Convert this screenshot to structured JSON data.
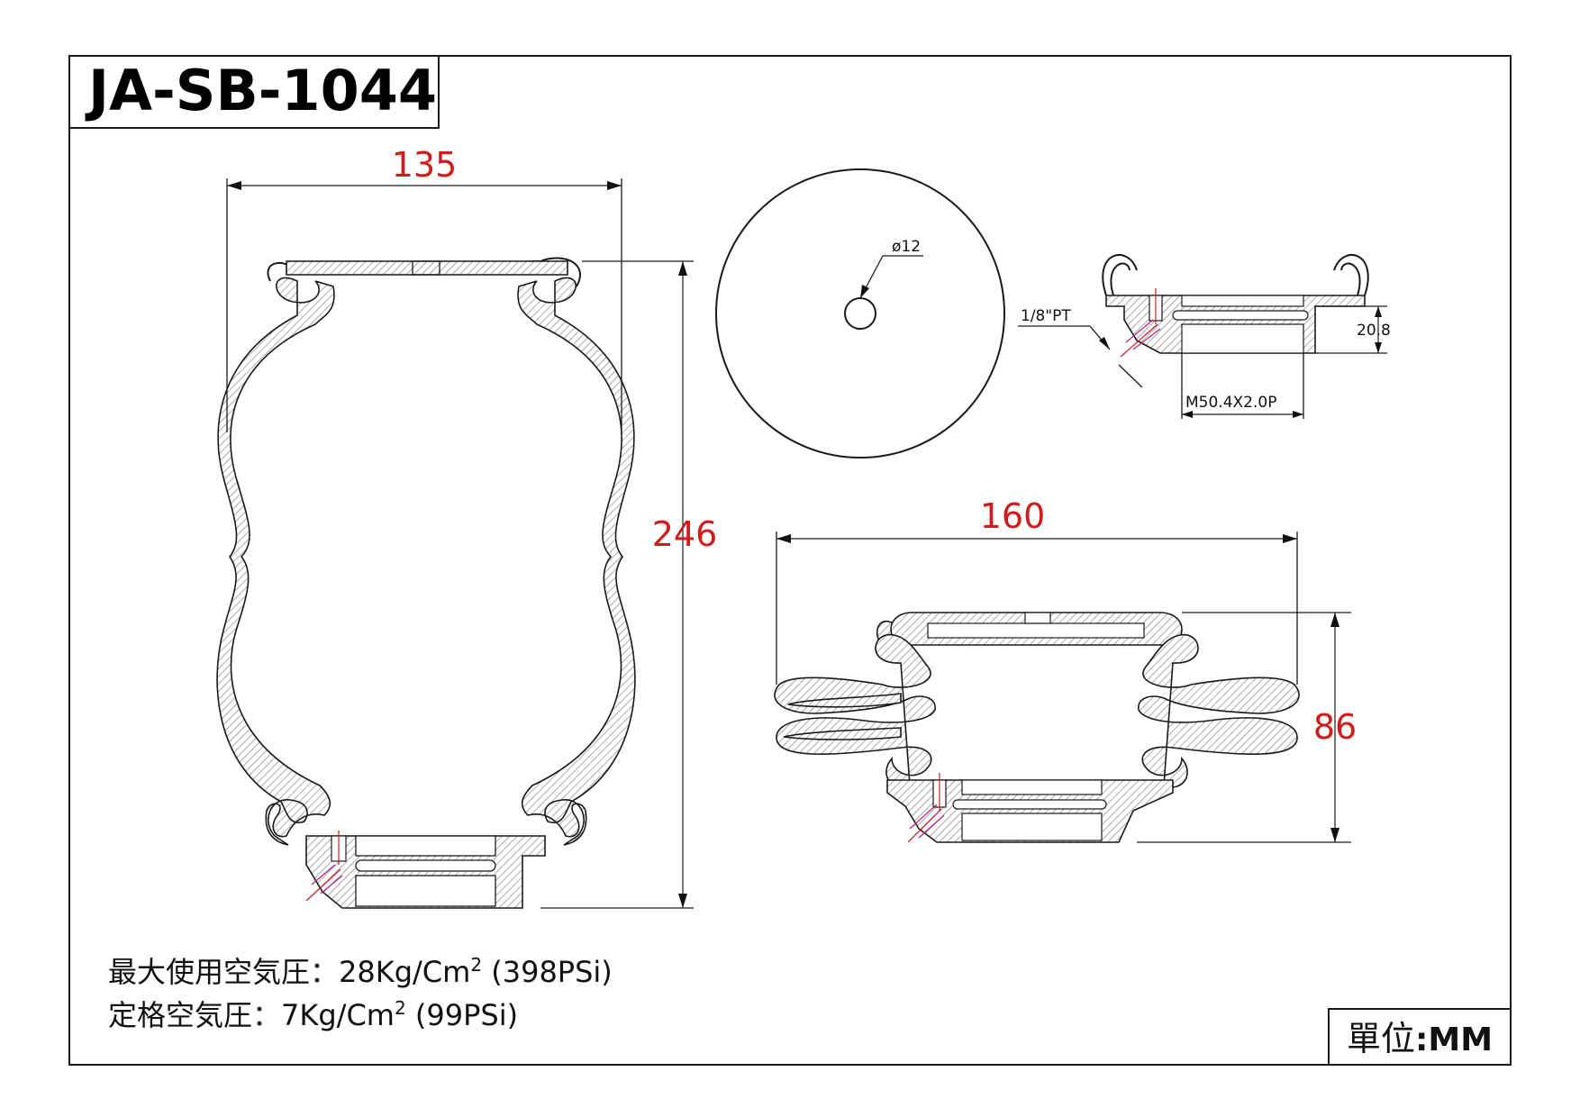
{
  "title": "JA-SB-1044",
  "views": {
    "double_bellows": {
      "width_dim": "135",
      "height_dim": "246"
    },
    "top_view": {
      "hole_dim": "ø12"
    },
    "fitting_detail": {
      "port_label": "1/8\"PT",
      "height_dim": "20.8",
      "thread_label": "M50.4X2.0P"
    },
    "compressed": {
      "width_dim": "160",
      "height_dim": "86"
    }
  },
  "notes": {
    "max_pressure_label": "最大使用空気圧：28Kg/Cm",
    "max_pressure_sup": "2",
    "max_pressure_psi": " (398PSi)",
    "rated_pressure_label": "定格空気圧：7Kg/Cm",
    "rated_pressure_sup": "2",
    "rated_pressure_psi": " (99PSi)"
  },
  "unit": {
    "label": "單位",
    "value": ":MM"
  },
  "colors": {
    "dimension_text": "#d01c1c",
    "line": "#1a1a1a",
    "hatch": "#777777"
  }
}
